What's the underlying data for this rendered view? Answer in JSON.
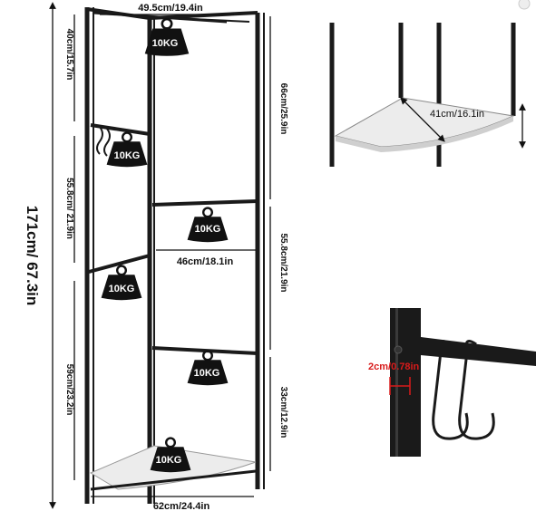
{
  "dimensions": {
    "total_height": "171cm/ 67.3in",
    "top_width": "49.5cm/19.4in",
    "top_left_height": "40cm/15.7in",
    "right_top_height": "66cm/25.9in",
    "left_mid_height": "55.8cm/ 21.9in",
    "right_mid_height": "55.8cm/21.9in",
    "mid_width": "46cm/18.1in",
    "left_bottom_height": "59cm/23.2in",
    "right_bottom_height": "33cm/12.9in",
    "base_width": "62cm/24.4in",
    "shelf_depth": "41cm/16.1in",
    "hook_gap": "2cm/0.78in"
  },
  "weights": [
    "10KG",
    "10KG",
    "10KG",
    "10KG",
    "10KG",
    "10KG"
  ],
  "colors": {
    "frame": "#1a1a1a",
    "shelf": "#ececec",
    "accent_red": "#d81b1b"
  }
}
